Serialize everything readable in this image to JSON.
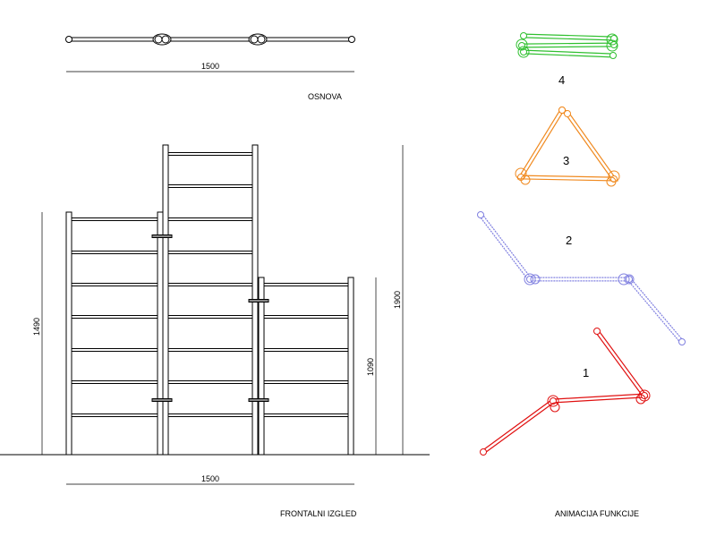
{
  "plan_view": {
    "dimension": "1500",
    "title": "OSNOVA"
  },
  "front_view": {
    "dimension_width": "1500",
    "dimension_left": "1490",
    "dimension_right": "1090",
    "dimension_tall": "1900",
    "title": "FRONTALNI IZGLED"
  },
  "animation": {
    "title": "ANIMACIJA FUNKCIJE",
    "step1": "1",
    "step2": "2",
    "step3": "3",
    "step4": "4",
    "colors": {
      "step1": "#e01010",
      "step2": "#8080e0",
      "step3": "#f08a20",
      "step4": "#30c030"
    }
  }
}
